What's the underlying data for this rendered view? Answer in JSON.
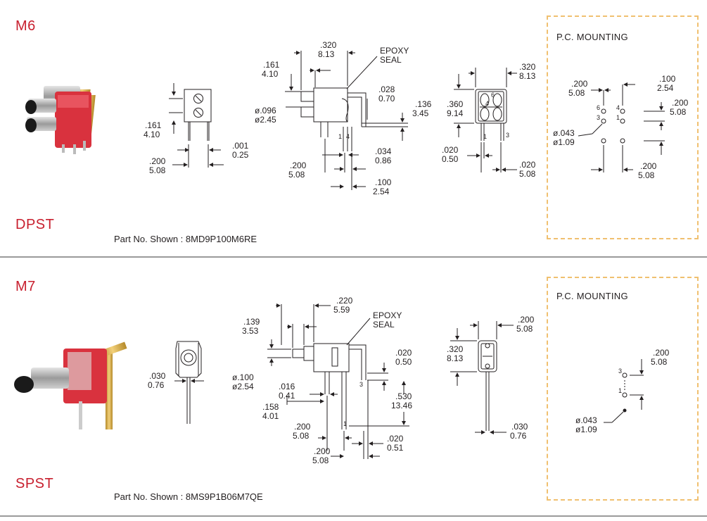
{
  "sections": [
    {
      "model": "M6",
      "type": "DPST",
      "part_label": "Part No. Shown : 8MD9P100M6RE",
      "pc_title": "P.C. MOUNTING",
      "side_view": {
        "h_in": ".161",
        "h_mm": "4.10",
        "w_in": ".200",
        "w_mm": "5.08",
        "t_in": ".001",
        "t_mm": "0.25"
      },
      "front_view": {
        "top_in": ".320",
        "top_mm": "8.13",
        "epoxy1": "EPOXY",
        "epoxy2": "SEAL",
        "lever_in": ".161",
        "lever_mm": "4.10",
        "dia_in": "ø.096",
        "dia_mm": "ø2.45",
        "a_in": ".028",
        "a_mm": "0.70",
        "b_in": ".136",
        "b_mm": "3.45",
        "c_in": ".034",
        "c_mm": "0.86",
        "d_in": ".200",
        "d_mm": "5.08",
        "e_in": ".100",
        "e_mm": "2.54",
        "pin1": "1",
        "pin4": "4"
      },
      "end_view": {
        "w_in": ".320",
        "w_mm": "8.13",
        "h_in": ".360",
        "h_mm": "9.14",
        "p_in": ".020",
        "p_mm": "0.50",
        "q_in": ".020",
        "q_mm": "5.08",
        "pin6": "6",
        "pin4": "4",
        "pin1": "1",
        "pin3": "3"
      },
      "pcb": {
        "a_in": ".200",
        "a_mm": "5.08",
        "b_in": ".100",
        "b_mm": "2.54",
        "c_in": ".200",
        "c_mm": "5.08",
        "d_in": ".200",
        "d_mm": "5.08",
        "hole_in": "ø.043",
        "hole_mm": "ø1.09",
        "pin6": "6",
        "pin4": "4",
        "pin3": "3",
        "pin1": "1"
      }
    },
    {
      "model": "M7",
      "type": "SPST",
      "part_label": "Part No. Shown : 8MS9P1B06M7QE",
      "pc_title": "P.C. MOUNTING",
      "side_view": {
        "w_in": ".030",
        "w_mm": "0.76"
      },
      "front_view": {
        "top_in": ".220",
        "top_mm": "5.59",
        "epoxy1": "EPOXY",
        "epoxy2": "SEAL",
        "lever_in": ".139",
        "lever_mm": "3.53",
        "dia_in": "ø.100",
        "dia_mm": "ø2.54",
        "a_in": ".020",
        "a_mm": "0.50",
        "b_in": ".016",
        "b_mm": "0.41",
        "c_in": ".530",
        "c_mm": "13.46",
        "d_in": ".158",
        "d_mm": "4.01",
        "e_in": ".200",
        "e_mm": "5.08",
        "f_in": ".200",
        "f_mm": "5.08",
        "g_in": ".020",
        "g_mm": "0.51",
        "pin3": "3",
        "pin1": "1"
      },
      "end_view": {
        "w_in": ".200",
        "w_mm": "5.08",
        "h_in": ".320",
        "h_mm": "8.13",
        "p_in": ".030",
        "p_mm": "0.76"
      },
      "pcb": {
        "a_in": ".200",
        "a_mm": "5.08",
        "hole_in": "ø.043",
        "hole_mm": "ø1.09",
        "pin3": "3",
        "pin1": "1"
      }
    }
  ],
  "colors": {
    "red": "#c8202f",
    "switch_red": "#d9323e",
    "dashed": "#f0c070",
    "line": "#231f20"
  }
}
